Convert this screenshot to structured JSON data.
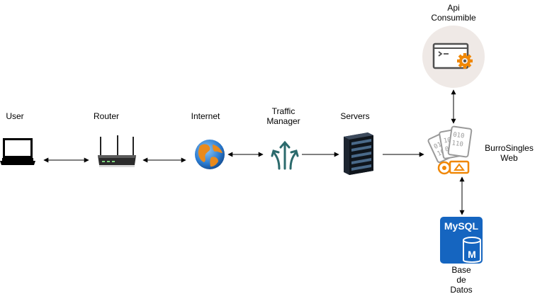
{
  "nodes": {
    "user": {
      "label": "User",
      "icon": "laptop-icon"
    },
    "router": {
      "label": "Router",
      "icon": "router-icon"
    },
    "internet": {
      "label": "Internet",
      "icon": "globe-icon"
    },
    "traffic_manager": {
      "label": "Traffic\nManager",
      "icon": "traffic-manager-icon"
    },
    "servers": {
      "label": "Servers",
      "icon": "server-rack-icon"
    },
    "burro_singles_web": {
      "label": "BurroSingles\nWeb",
      "icon": "binary-code-icon"
    },
    "api": {
      "label": "Api\nConsumible",
      "icon": "api-console-gear-icon"
    },
    "database": {
      "label": "Base\nde\nDatos",
      "icon": "mysql-database-icon",
      "badge_text": "MySQL",
      "badge_letter": "M"
    }
  },
  "connections": [
    {
      "from": "user",
      "to": "router",
      "direction": "both"
    },
    {
      "from": "router",
      "to": "internet",
      "direction": "both"
    },
    {
      "from": "internet",
      "to": "traffic_manager",
      "direction": "both"
    },
    {
      "from": "traffic_manager",
      "to": "servers",
      "direction": "forward"
    },
    {
      "from": "servers",
      "to": "burro_singles_web",
      "direction": "forward"
    },
    {
      "from": "api",
      "to": "burro_singles_web",
      "direction": "both"
    },
    {
      "from": "burro_singles_web",
      "to": "database",
      "direction": "both"
    }
  ],
  "colors": {
    "arrow": "#000000",
    "orange_accent": "#f08705",
    "mysql_blue": "#1565c0",
    "api_circle": "#efe9e6",
    "teal": "#2b6a6c"
  }
}
